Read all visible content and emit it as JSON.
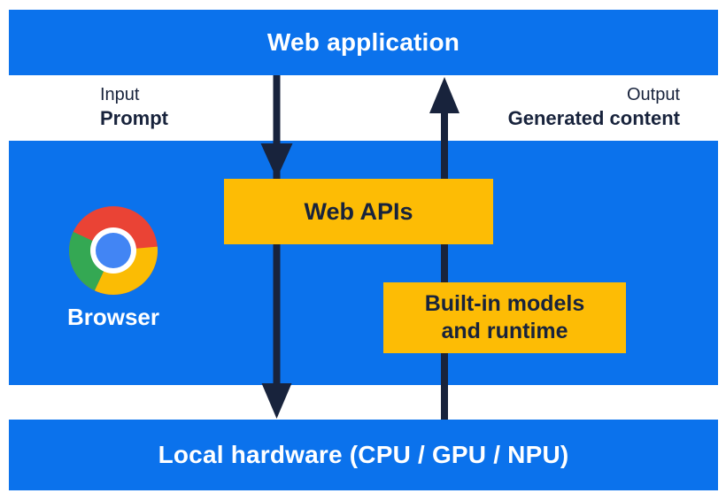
{
  "colors": {
    "blue": "#0B72EC",
    "yellow": "#FDBC05",
    "navy": "#18233C",
    "white": "#FFFFFF",
    "logo_red": "#EA4335",
    "logo_green": "#34A853",
    "logo_yellow": "#FBBC04",
    "logo_blue": "#4285F4"
  },
  "layers": {
    "web_application": {
      "label": "Web application"
    },
    "browser": {
      "label": "Browser",
      "logo_icon": "chrome-logo"
    },
    "local_hardware": {
      "label": "Local hardware (CPU / GPU / NPU)"
    }
  },
  "io_labels": {
    "input_title": "Input",
    "input_value": "Prompt",
    "output_title": "Output",
    "output_value": "Generated content"
  },
  "boxes": {
    "web_apis": {
      "label": "Web APIs"
    },
    "builtin_models": {
      "label_line1": "Built-in models",
      "label_line2": "and runtime"
    }
  },
  "arrows": {
    "down": "prompt flow: web application -> web apis -> local hardware",
    "up": "generated content flow: local hardware -> built-in models -> web application"
  }
}
